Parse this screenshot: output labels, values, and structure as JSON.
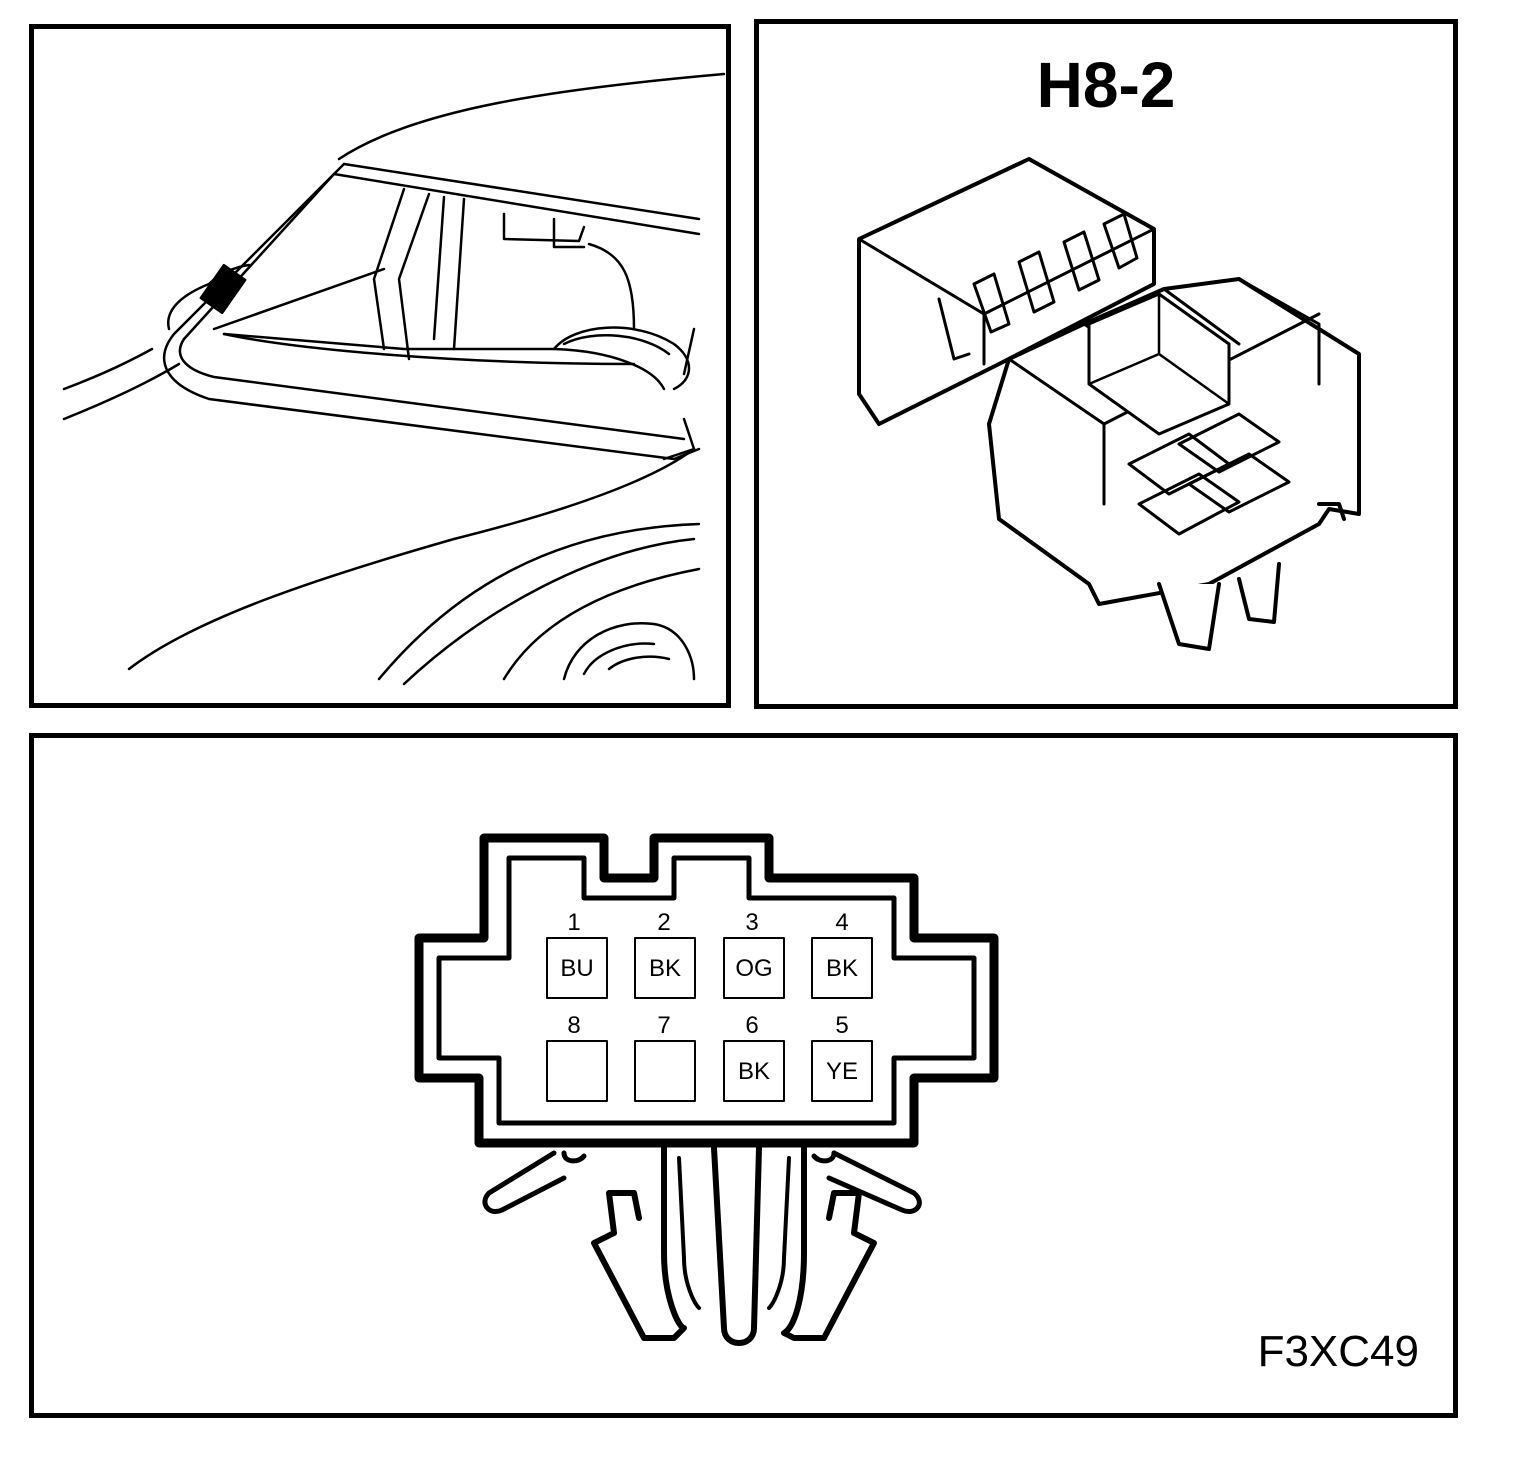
{
  "connector": {
    "id": "H8-2",
    "cavities": [
      {
        "pin": "1",
        "color": "BU"
      },
      {
        "pin": "2",
        "color": "BK"
      },
      {
        "pin": "3",
        "color": "OG"
      },
      {
        "pin": "4",
        "color": "BK"
      },
      {
        "pin": "8",
        "color": ""
      },
      {
        "pin": "7",
        "color": ""
      },
      {
        "pin": "6",
        "color": "BK"
      },
      {
        "pin": "5",
        "color": "YE"
      }
    ]
  },
  "figure_code": "F3XC49",
  "colors": {
    "line": "#000000",
    "background": "#ffffff"
  }
}
